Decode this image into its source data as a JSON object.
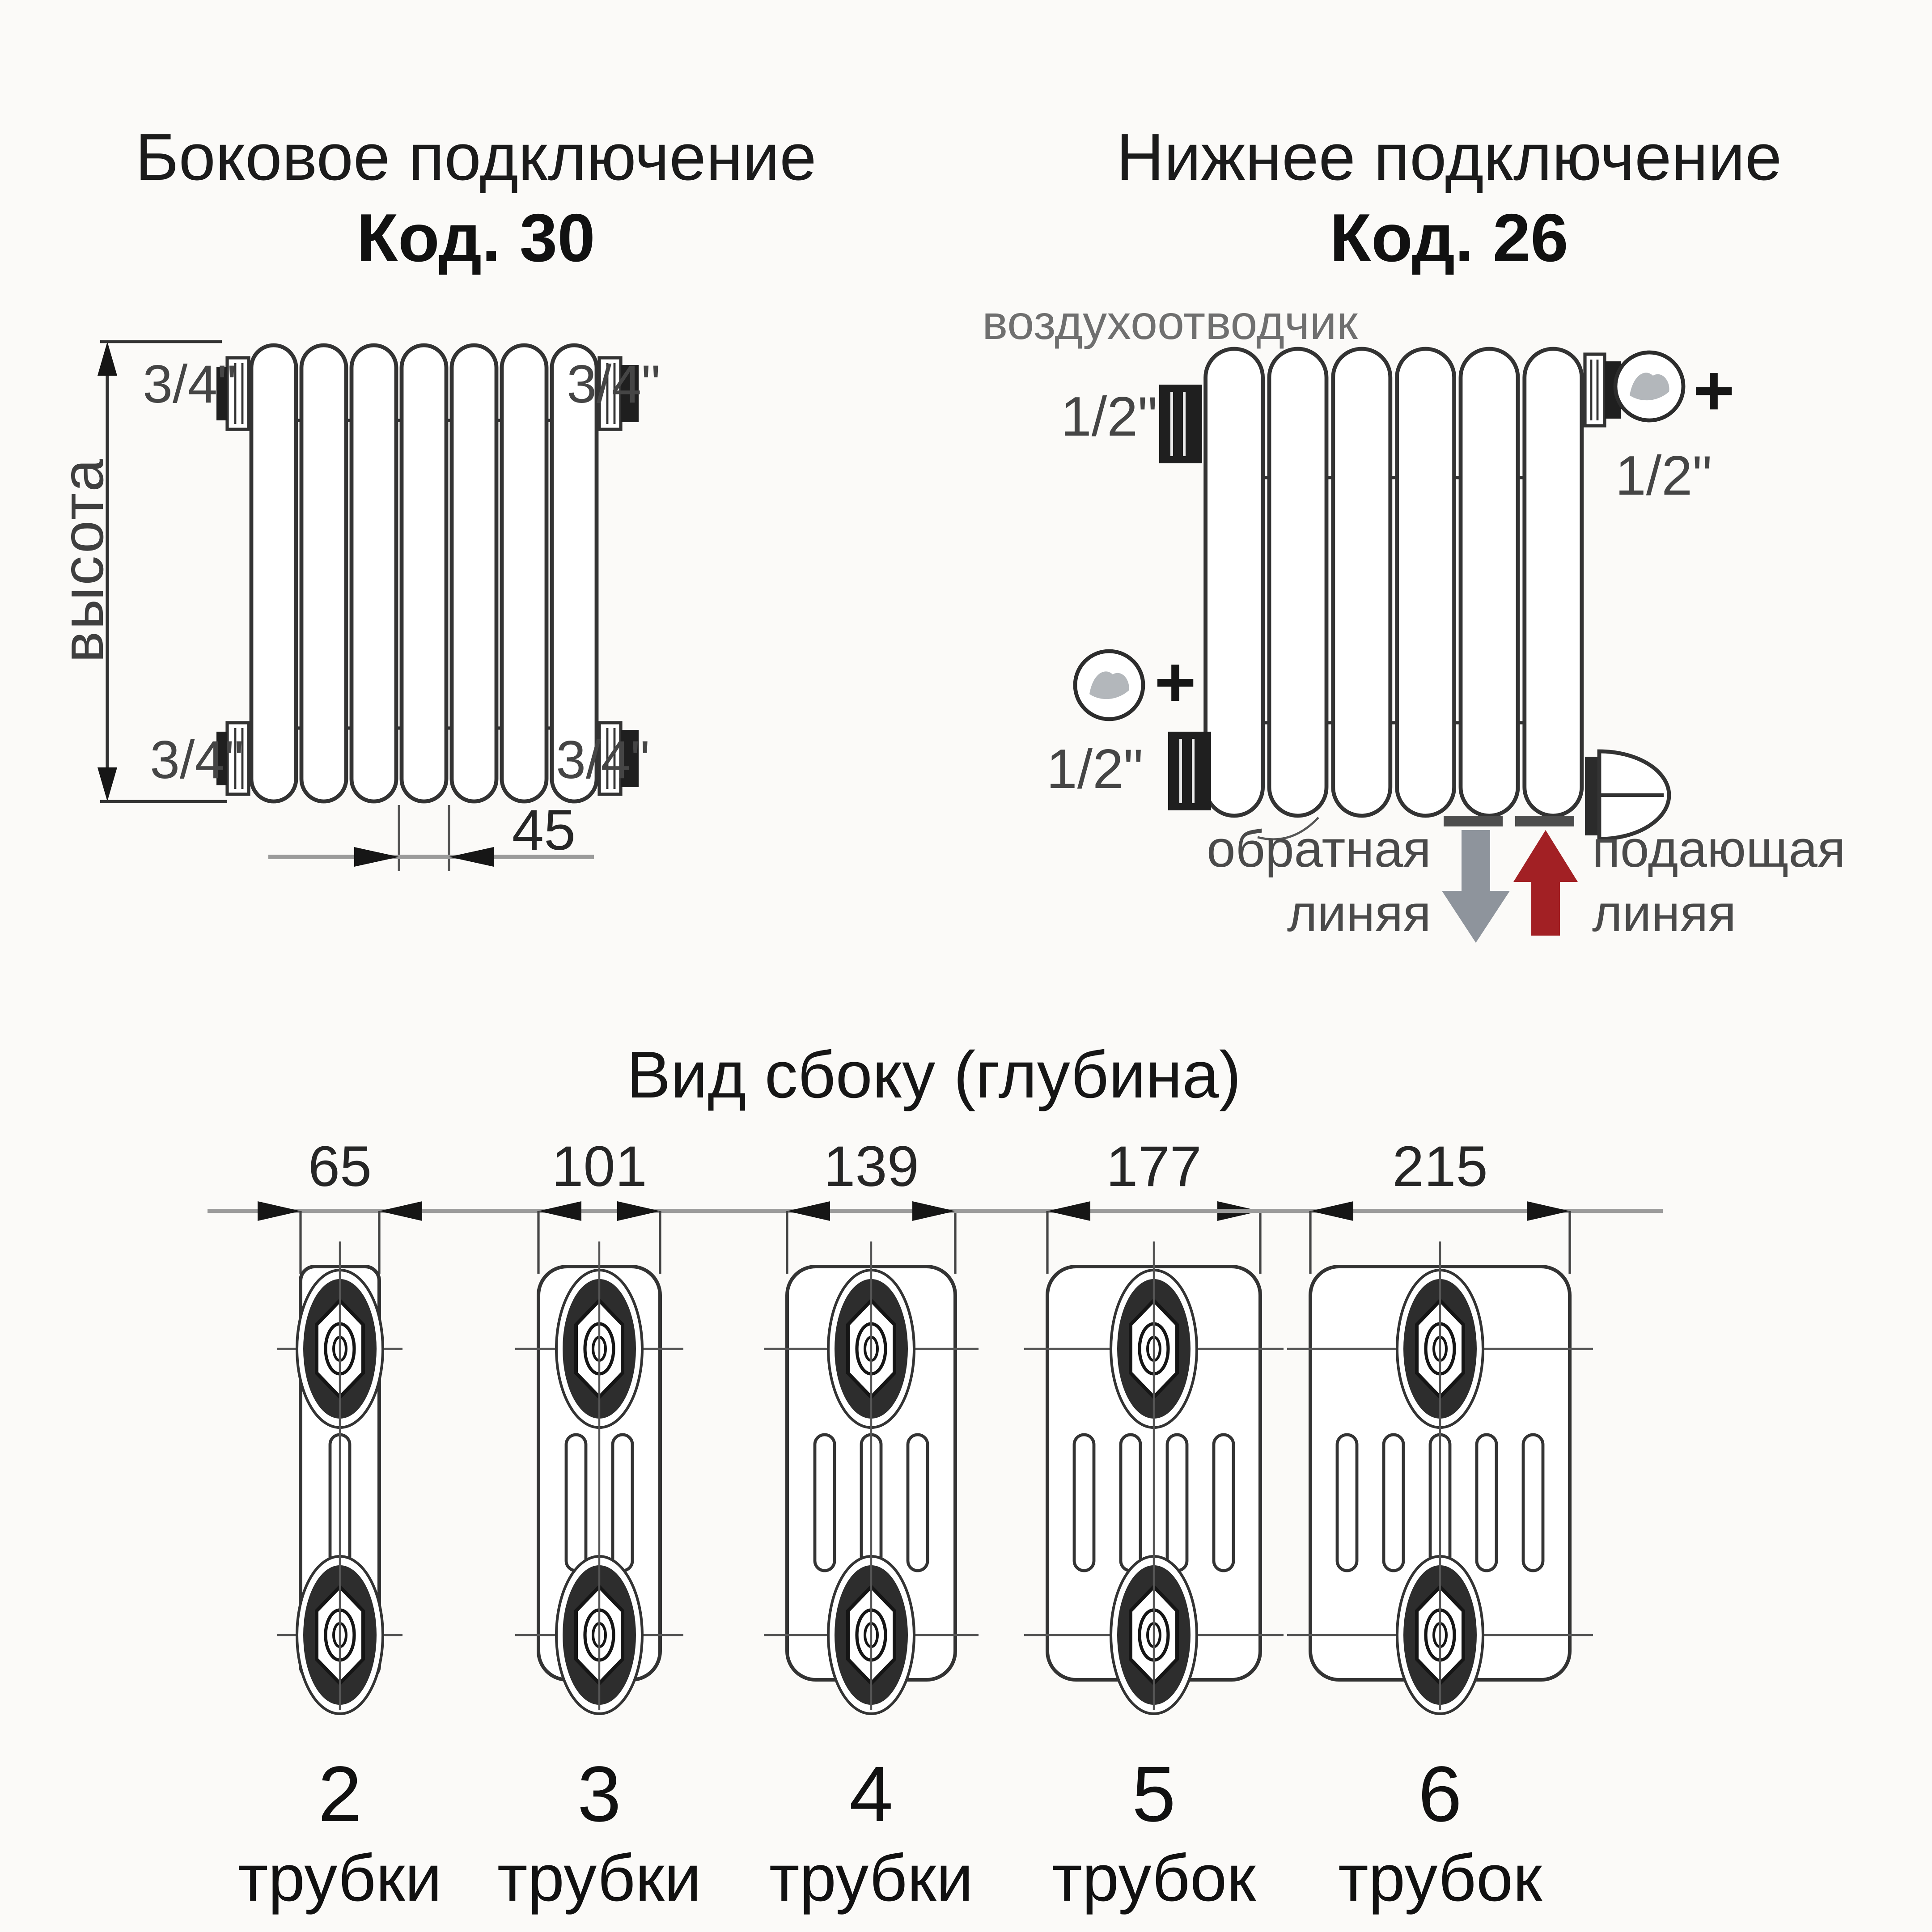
{
  "colors": {
    "background": "#fbfaf8",
    "line": "#333333",
    "dim_line": "#9b9b9b",
    "thin_line": "#555555",
    "fitting_dark": "#1f1f1f",
    "arrow_return": "#8e949c",
    "arrow_supply": "#a22024",
    "plug_icon_fill": "#b3b7bb"
  },
  "side_connection": {
    "title": "Боковое подключение",
    "code": "Код. 30",
    "height_label": "высота",
    "pitch_label": "45",
    "tube_count": 7,
    "fittings": {
      "top_left": "3/4\"",
      "top_right": "3/4\"",
      "bottom_left": "3/4\"",
      "bottom_right": "3/4\""
    }
  },
  "bottom_connection": {
    "title": "Нижнее подключение",
    "code": "Код. 26",
    "air_vent_label": "воздухоотводчик",
    "plus_sign": "+",
    "tube_count": 6,
    "fittings": {
      "top_left": "1/2\"",
      "top_right": "1/2\"",
      "mid_left": "1/2\""
    },
    "return_line": {
      "line1": "обратная",
      "line2": "линяя"
    },
    "supply_line": {
      "line1": "подающая",
      "line2": "линяя"
    }
  },
  "side_view": {
    "title": "Вид сбоку (глубина)",
    "variants": [
      {
        "depth": "65",
        "count": "2",
        "unit": "трубки",
        "tubes": 2
      },
      {
        "depth": "101",
        "count": "3",
        "unit": "трубки",
        "tubes": 3
      },
      {
        "depth": "139",
        "count": "4",
        "unit": "трубки",
        "tubes": 4
      },
      {
        "depth": "177",
        "count": "5",
        "unit": "трубок",
        "tubes": 5
      },
      {
        "depth": "215",
        "count": "6",
        "unit": "трубок",
        "tubes": 6
      }
    ]
  }
}
